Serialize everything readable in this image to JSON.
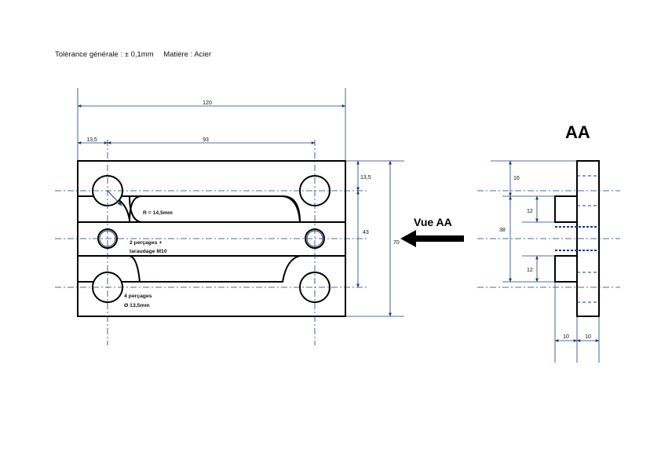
{
  "header": {
    "tolerance": "Tolérance générale : ± 0,1mm",
    "material": "Matière : Acier"
  },
  "front_view": {
    "dim_total_width": "120",
    "dim_edge_offset": "13,5",
    "dim_hole_spacing": "93",
    "dim_top_offset": "13,5",
    "dim_hole_vertical": "43",
    "dim_total_height": "70",
    "radius_note": "R = 14,5mm",
    "tap_note_line1": "2 perçages +",
    "tap_note_line2": "taraudage M10",
    "drill_note_line1": "4 perçages",
    "drill_note_line2": "Ø 13,5mm"
  },
  "view_arrow": {
    "label": "Vue AA"
  },
  "section_view": {
    "title": "AA",
    "dim_top": "16",
    "dim_height": "38",
    "dim_upper_block": "12",
    "dim_lower_block": "12",
    "dim_left_width": "10",
    "dim_right_width": "10"
  },
  "colors": {
    "line": "#000000",
    "dimension": "#1f3a7a",
    "centerline": "#1f3a7a"
  }
}
